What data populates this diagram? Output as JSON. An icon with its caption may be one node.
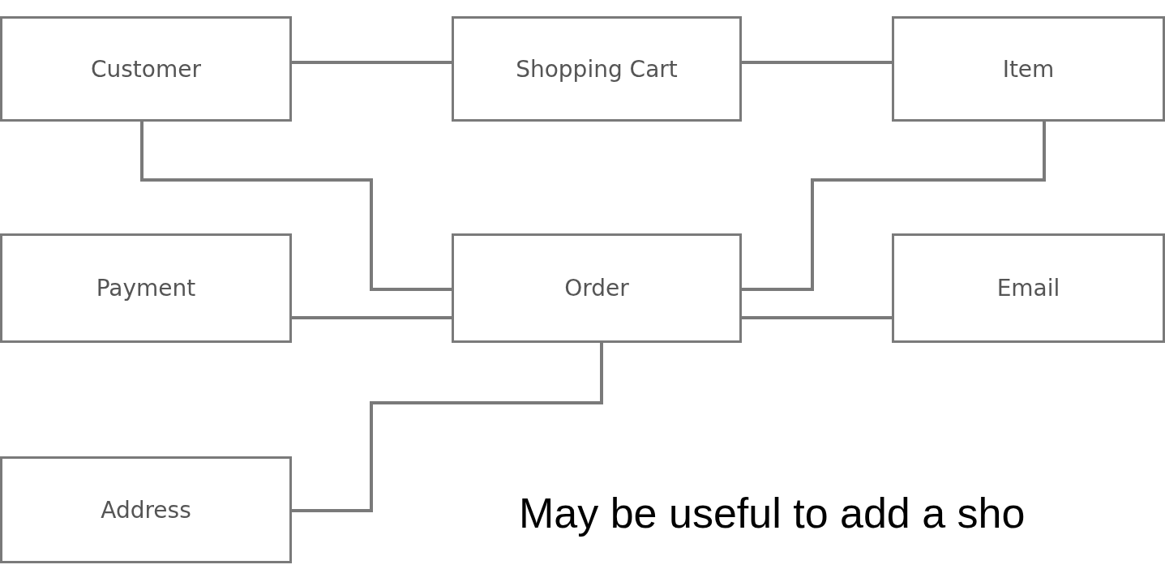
{
  "diagram": {
    "nodes": [
      {
        "text": [
          "Customer"
        ]
      },
      {
        "text": [
          "Shopping Cart"
        ]
      },
      {
        "text": [
          "Item"
        ]
      },
      {
        "text": [
          "Payment"
        ]
      },
      {
        "text": [
          "Order"
        ]
      },
      {
        "text": [
          "Email"
        ]
      },
      {
        "text": [
          "Address"
        ]
      }
    ],
    "edges": [
      {
        "from": 0,
        "to": 1,
        "arrow": "none"
      },
      {
        "from": 1,
        "to": 2,
        "arrow": "none"
      },
      {
        "from": 0,
        "to": 4,
        "arrow": "none"
      },
      {
        "from": 3,
        "to": 4,
        "arrow": "none"
      },
      {
        "from": 4,
        "to": 2,
        "arrow": "none"
      },
      {
        "from": 4,
        "to": 5,
        "arrow": "none"
      },
      {
        "from": 4,
        "to": 6,
        "arrow": "none"
      }
    ],
    "labels": [
      "May be useful to add a sho"
    ]
  }
}
